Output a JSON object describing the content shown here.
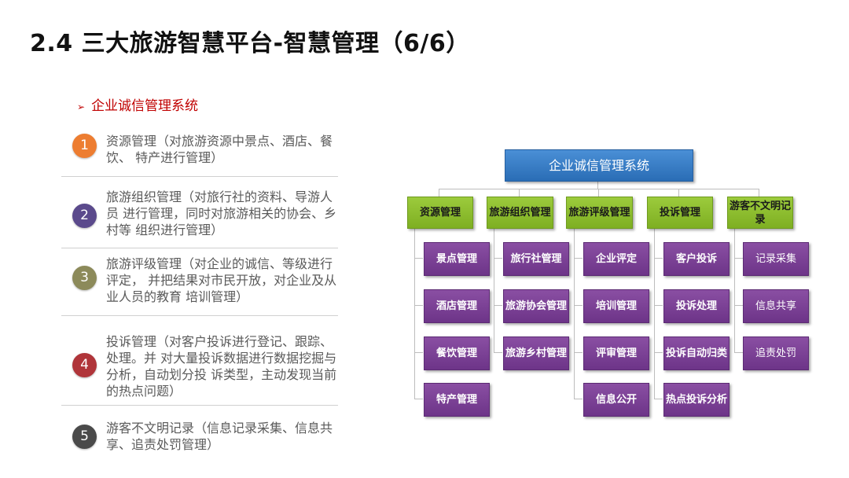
{
  "slide": {
    "title": "2.4 三大旅游智慧平台-智慧管理（6/6）",
    "subtitle": "企业诚信管理系统",
    "subtitle_bullet": "➢"
  },
  "items": [
    {
      "number": "1",
      "color": "#ed7d31",
      "text": "资源管理（对旅游资源中景点、酒店、餐饮、 特产进行管理）"
    },
    {
      "number": "2",
      "color": "#5b4a8c",
      "text": "旅游组织管理（对旅行社的资料、导游人员 进行管理，同时对旅游相关的协会、乡村等 组织进行管理）"
    },
    {
      "number": "3",
      "color": "#8c8a5a",
      "text": "旅游评级管理（对企业的诚信、等级进行评定， 并把结果对市民开放，对企业及从业人员的教育 培训管理）"
    },
    {
      "number": "4",
      "color": "#b0353a",
      "text": "投诉管理（对客户投诉进行登记、跟踪、处理。并 对大量投诉数据进行数据挖掘与分析，自动划分投 诉类型，主动发现当前的热点问题）"
    },
    {
      "number": "5",
      "color": "#4a4a4a",
      "text": "游客不文明记录（信息记录采集、信息共享、追责处罚管理）"
    }
  ],
  "org": {
    "root": "企业诚信管理系统",
    "categories": [
      {
        "label": "资源管理",
        "children": [
          "景点管理",
          "酒店管理",
          "餐饮管理",
          "特产管理"
        ]
      },
      {
        "label": "旅游组织管理",
        "children": [
          "旅行社管理",
          "旅游协会管理",
          "旅游乡村管理"
        ]
      },
      {
        "label": "旅游评级管理",
        "children": [
          "企业评定",
          "培训管理",
          "评审管理",
          "信息公开"
        ]
      },
      {
        "label": "投诉管理",
        "children": [
          "客户投诉",
          "投诉处理",
          "投诉自动归类",
          "热点投诉分析"
        ]
      },
      {
        "label": "游客不文明记录",
        "children": [
          "记录采集",
          "信息共享",
          "追责处罚"
        ]
      }
    ]
  }
}
